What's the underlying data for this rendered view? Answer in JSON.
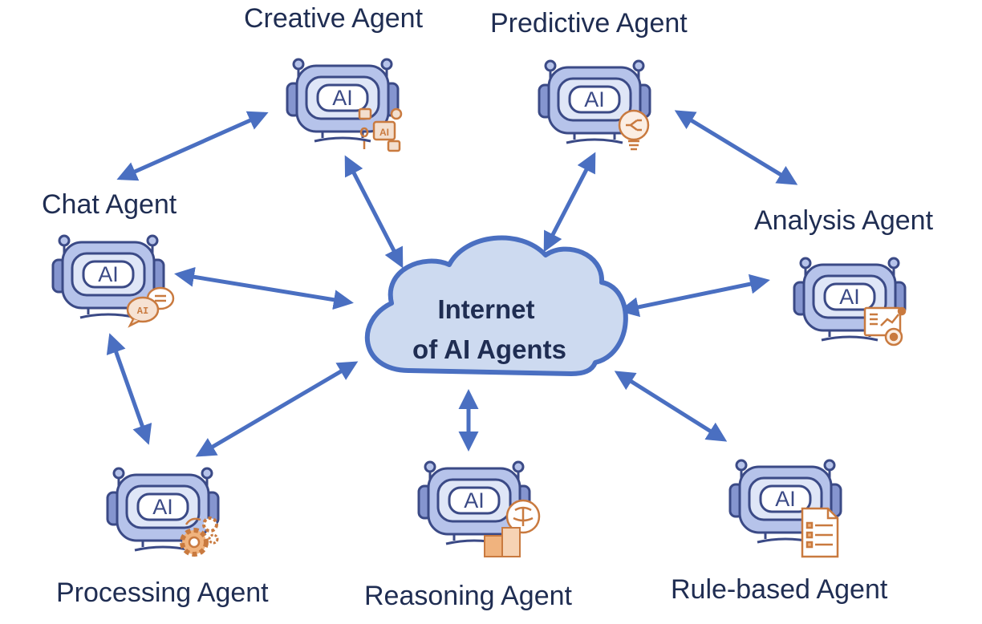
{
  "hub": {
    "line1": "Internet",
    "line2": "of AI Agents"
  },
  "robot_text": "AI",
  "agents": [
    {
      "id": "creative",
      "label": "Creative Agent",
      "badge": "creative-collage-icon"
    },
    {
      "id": "predictive",
      "label": "Predictive Agent",
      "badge": "brain-lightbulb-icon"
    },
    {
      "id": "chat",
      "label": "Chat Agent",
      "badge": "chat-bubbles-icon",
      "badge_text": "AI"
    },
    {
      "id": "analysis",
      "label": "Analysis Agent",
      "badge": "analytics-chart-icon"
    },
    {
      "id": "processing",
      "label": "Processing Agent",
      "badge": "gears-icon"
    },
    {
      "id": "reasoning",
      "label": "Reasoning Agent",
      "badge": "brain-puzzle-icon"
    },
    {
      "id": "rule",
      "label": "Rule-based Agent",
      "badge": "checklist-document-icon"
    }
  ],
  "colors": {
    "arrow": "#4a6fc1",
    "robot_fill": "#b6c3ea",
    "robot_stroke": "#3b4a86",
    "badge": "#c97a3f",
    "cloud_fill": "#cddaf0",
    "cloud_stroke": "#4a6fc1",
    "text": "#1f2d52"
  }
}
